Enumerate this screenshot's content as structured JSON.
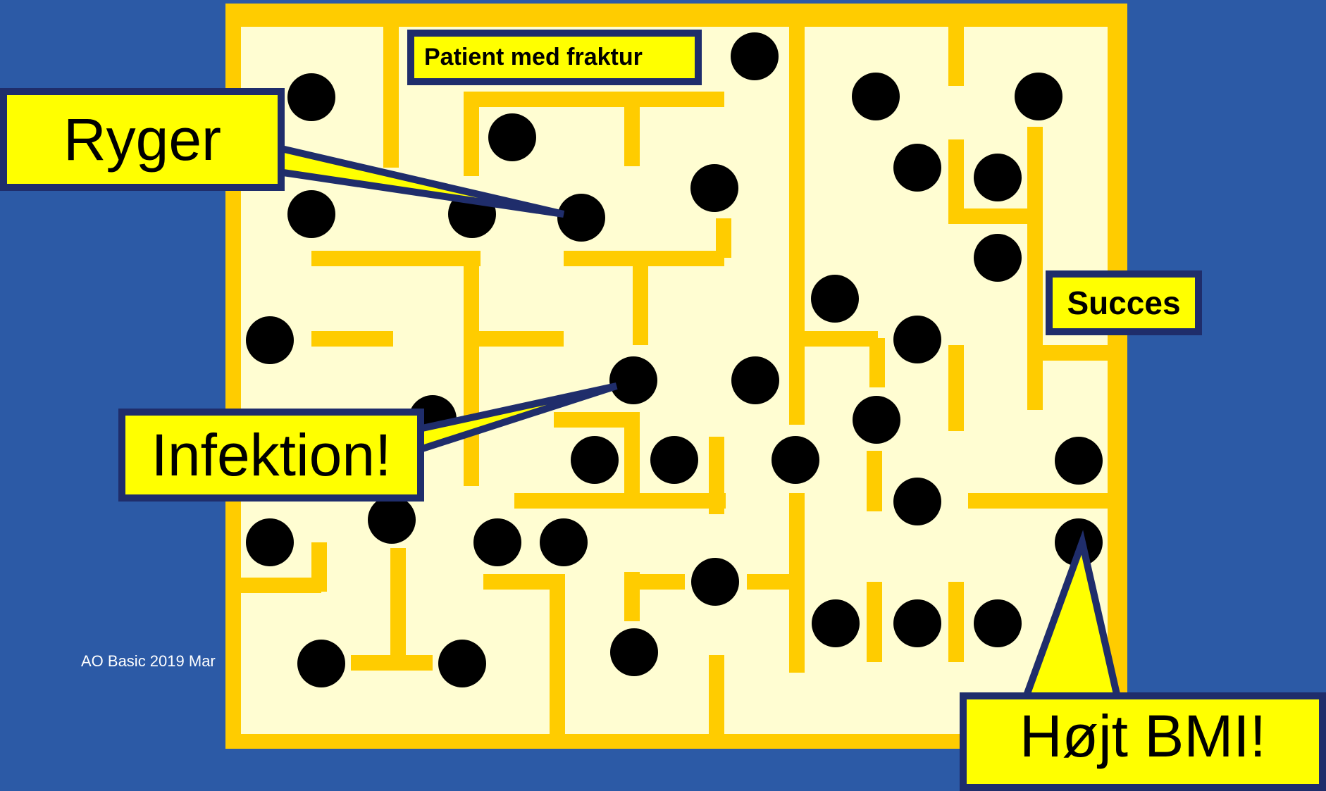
{
  "slide": {
    "footer_text": "AO Basic 2019 Mar",
    "colors": {
      "background": "#2C5AA6",
      "maze_wall": "#FFCC00",
      "maze_floor": "#FFFDD2",
      "hole": "#000000",
      "callout_fill": "#FFFF00",
      "callout_border": "#1F2D6B"
    }
  },
  "maze": {
    "start_label": "Patient med fraktur",
    "goal_label": "Succes"
  },
  "callouts": {
    "ryger": "Ryger",
    "infektion": "Infektion!",
    "bmi": "Højt BMI!"
  }
}
